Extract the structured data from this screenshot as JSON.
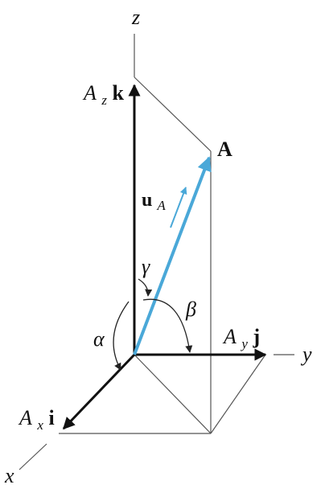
{
  "diagram": {
    "axes": {
      "x": "x",
      "y": "y",
      "z": "z"
    },
    "vector": {
      "name": "A",
      "color": "#4aa8d8"
    },
    "unit_vector": {
      "symbol": "u",
      "subscript": "A",
      "color": "#4aa8d8"
    },
    "components": {
      "x": {
        "coef": "A",
        "sub": "x",
        "unit": "i"
      },
      "y": {
        "coef": "A",
        "sub": "y",
        "unit": "j"
      },
      "z": {
        "coef": "A",
        "sub": "z",
        "unit": "k"
      }
    },
    "angles": {
      "alpha": "α",
      "beta": "β",
      "gamma": "γ"
    },
    "colors": {
      "component": "#111111",
      "construction": "#555555"
    }
  }
}
